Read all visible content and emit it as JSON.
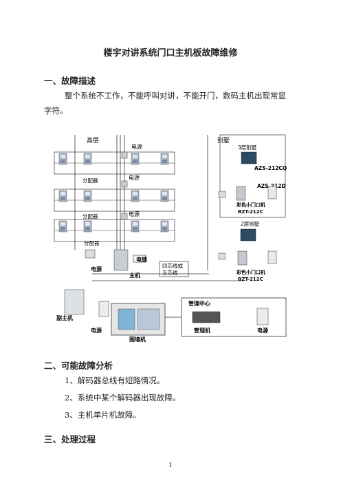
{
  "doc": {
    "title": "楼宇对讲系统门口主机板故障维修",
    "section1": {
      "heading": "一、故障描述",
      "para_line1": "整个系统不工作，不能呼叫对讲，不能开门，数码主机出现常显",
      "para_line2": "字符。"
    },
    "section2": {
      "heading": "二、可能故障分析",
      "items": [
        "1、解码器总线有短路情况。",
        "2、系统中某个解码器出现故障。",
        "3、主机单片机故障。"
      ]
    },
    "section3": {
      "heading": "三、处理过程"
    },
    "page_number": "1"
  },
  "diagram": {
    "label_highrise": "高层",
    "label_villa": "别墅",
    "label_power_top": "电源",
    "label_power_2": "电源",
    "label_power_3": "电源",
    "label_distributor_1": "分配器",
    "label_distributor_2": "分配器",
    "label_distributor_3": "分配器",
    "label_villa3": "3层别墅",
    "label_azs212cq": "AZS-212CQ",
    "label_azs212d": "AZS-212D",
    "label_small_door_1": "彩色小门口机",
    "label_bzt_1": "BZT-212C",
    "label_villa2": "2层别墅",
    "label_small_door_2": "彩色小门口机",
    "label_bzt_2": "BZT-212C",
    "label_power_main": "电源",
    "label_power_lock": "电锁",
    "label_main_unit": "主机",
    "label_wire_1": "四芯线或",
    "label_wire_2": "五芯线",
    "label_sub_unit": "副主机",
    "label_power_bottom": "电源",
    "label_wall_unit": "围墙机",
    "label_mgmt_center": "管理中心",
    "label_mgmt_unit": "管理机",
    "label_power_right": "电源"
  }
}
